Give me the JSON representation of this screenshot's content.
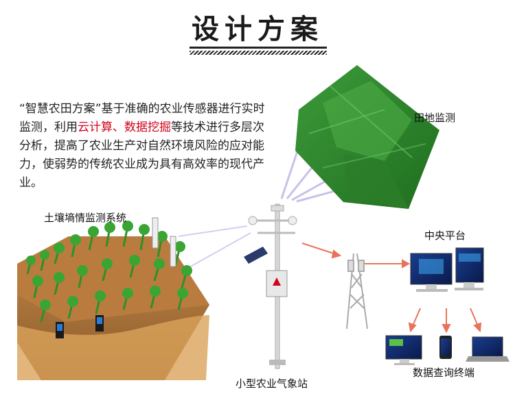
{
  "title": "设计方案",
  "description": {
    "part1": "“智慧农田方案”基于准确的农业传感器进行实时监测，利用",
    "highlight": "云计算、数据挖掘",
    "part2": "等技术进行多层次分析，提高了农业生产对自然环境风险的应对能力，使弱势的传统农业成为具有高效率的现代产业。"
  },
  "labels": {
    "field_monitoring": "田地监测",
    "soil_system": "土壤墒情监测系统",
    "weather_station": "小型农业气象站",
    "central_platform": "中央平台",
    "query_terminal": "数据查询终端"
  },
  "colors": {
    "highlight": "#d0021b",
    "crop_green": "#2f8f2a",
    "arrow_red": "#e8735a",
    "beam_blue": "#b9b2e6"
  },
  "icons": [
    "satellite-field-image",
    "soil-sensor-icon",
    "weather-station-icon",
    "signal-tower-icon",
    "monitor-icon",
    "phone-icon",
    "laptop-icon"
  ]
}
